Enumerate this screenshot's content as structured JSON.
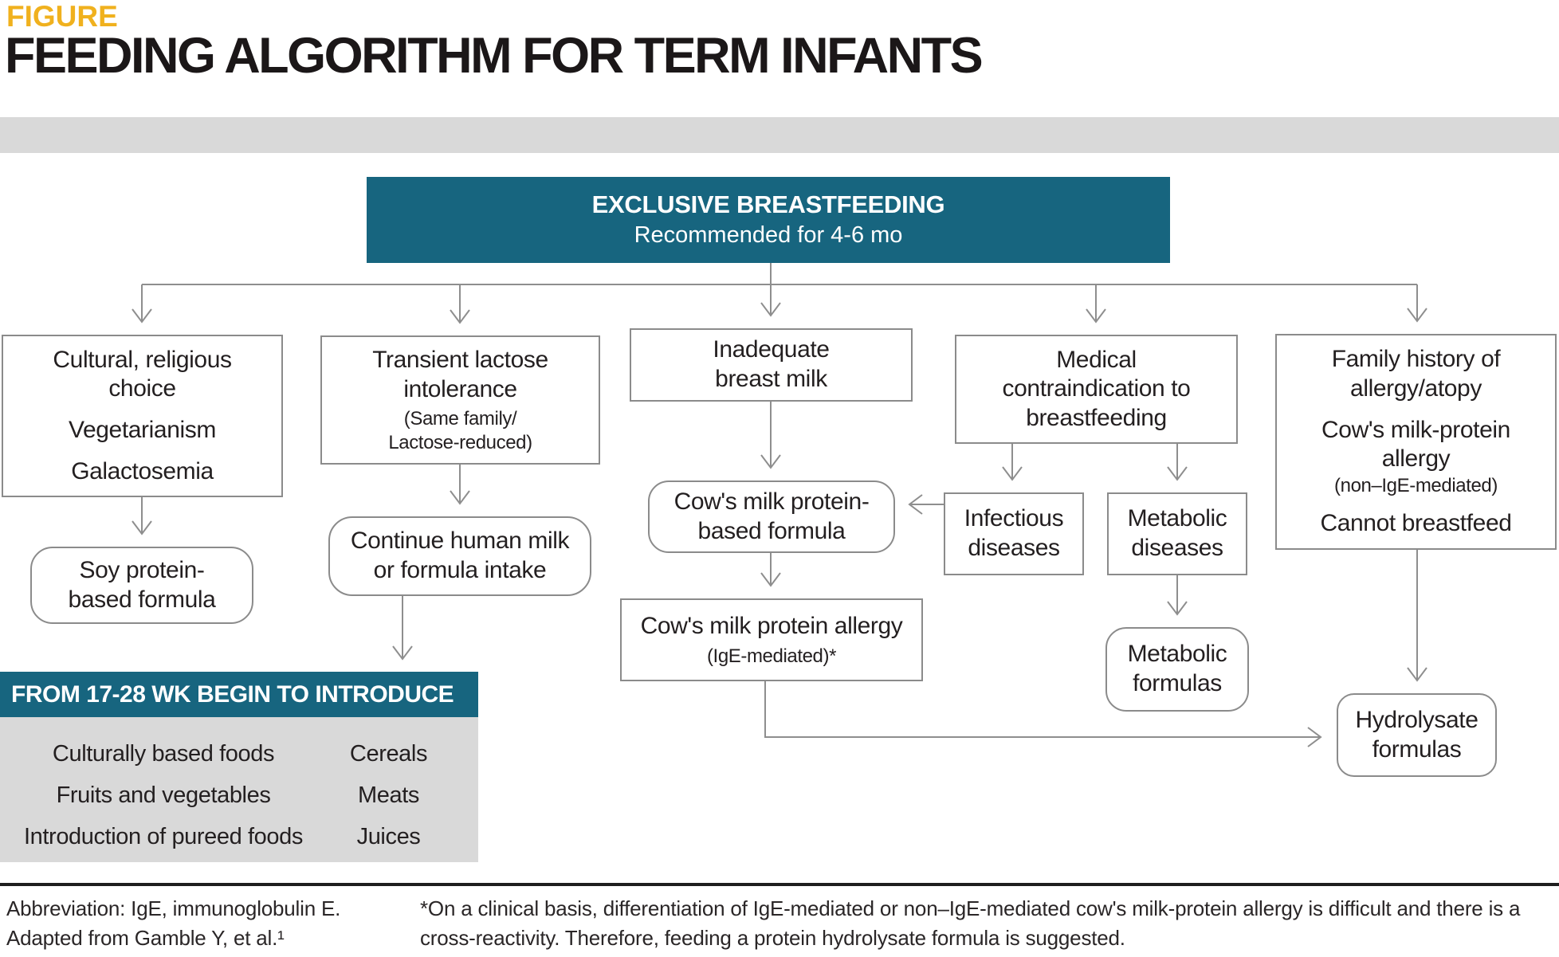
{
  "header": {
    "kicker": "FIGURE",
    "title": "FEEDING ALGORITHM FOR TERM INFANTS"
  },
  "root": {
    "title": "EXCLUSIVE BREASTFEEDING",
    "subtitle": "Recommended for 4-6 mo"
  },
  "nodes": {
    "cultural": {
      "lines": [
        "Cultural, religious",
        "choice",
        "Vegetarianism",
        "Galactosemia"
      ]
    },
    "transient": {
      "lines": [
        "Transient lactose",
        "intolerance",
        "(Same family/",
        "Lactose-reduced)"
      ]
    },
    "inadequate": {
      "lines": [
        "Inadequate",
        "breast milk"
      ]
    },
    "medical": {
      "lines": [
        "Medical",
        "contraindication to",
        "breastfeeding"
      ]
    },
    "family": {
      "lines": [
        "Family history of",
        "allergy/atopy",
        "Cow's milk-protein",
        "allergy",
        "(non–IgE-mediated)",
        "Cannot breastfeed"
      ]
    },
    "soy": {
      "lines": [
        "Soy protein-",
        "based formula"
      ]
    },
    "continue": {
      "lines": [
        "Continue human milk",
        "or formula intake"
      ]
    },
    "cow_formula": {
      "lines": [
        "Cow's milk protein-",
        "based formula"
      ]
    },
    "infectious": {
      "lines": [
        "Infectious",
        "diseases"
      ]
    },
    "metabolic_diseases": {
      "lines": [
        "Metabolic",
        "diseases"
      ]
    },
    "cow_allergy": {
      "lines": [
        "Cow's milk protein allergy",
        "(IgE-mediated)*"
      ]
    },
    "metabolic_formulas": {
      "lines": [
        "Metabolic",
        "formulas"
      ]
    },
    "hydrolysate": {
      "lines": [
        "Hydrolysate",
        "formulas"
      ]
    }
  },
  "intro_panel": {
    "title": "FROM 17-28 WK BEGIN TO INTRODUCE",
    "left": [
      "Culturally based foods",
      "Fruits and vegetables",
      "Introduction of pureed foods"
    ],
    "right": [
      "Cereals",
      "Meats",
      "Juices"
    ]
  },
  "footer": {
    "abbrev_line1": "Abbreviation: IgE, immunoglobulin E.",
    "abbrev_line2": "Adapted from Gamble Y, et al.¹",
    "note_line1": "*On a clinical basis, differentiation of IgE-mediated or non–IgE-mediated cow's milk-protein allergy is difficult and there is a",
    "note_line2": "cross-reactivity. Therefore, feeding a protein hydrolysate formula is suggested."
  },
  "colors": {
    "teal": "#17657F",
    "gold": "#F0B11E",
    "band_gray": "#D9D9D9",
    "box_border_gray": "#8B8B8B",
    "connector_gray": "#8E8E8E",
    "text": "#231F20",
    "rule_black": "#1E1E1E"
  }
}
